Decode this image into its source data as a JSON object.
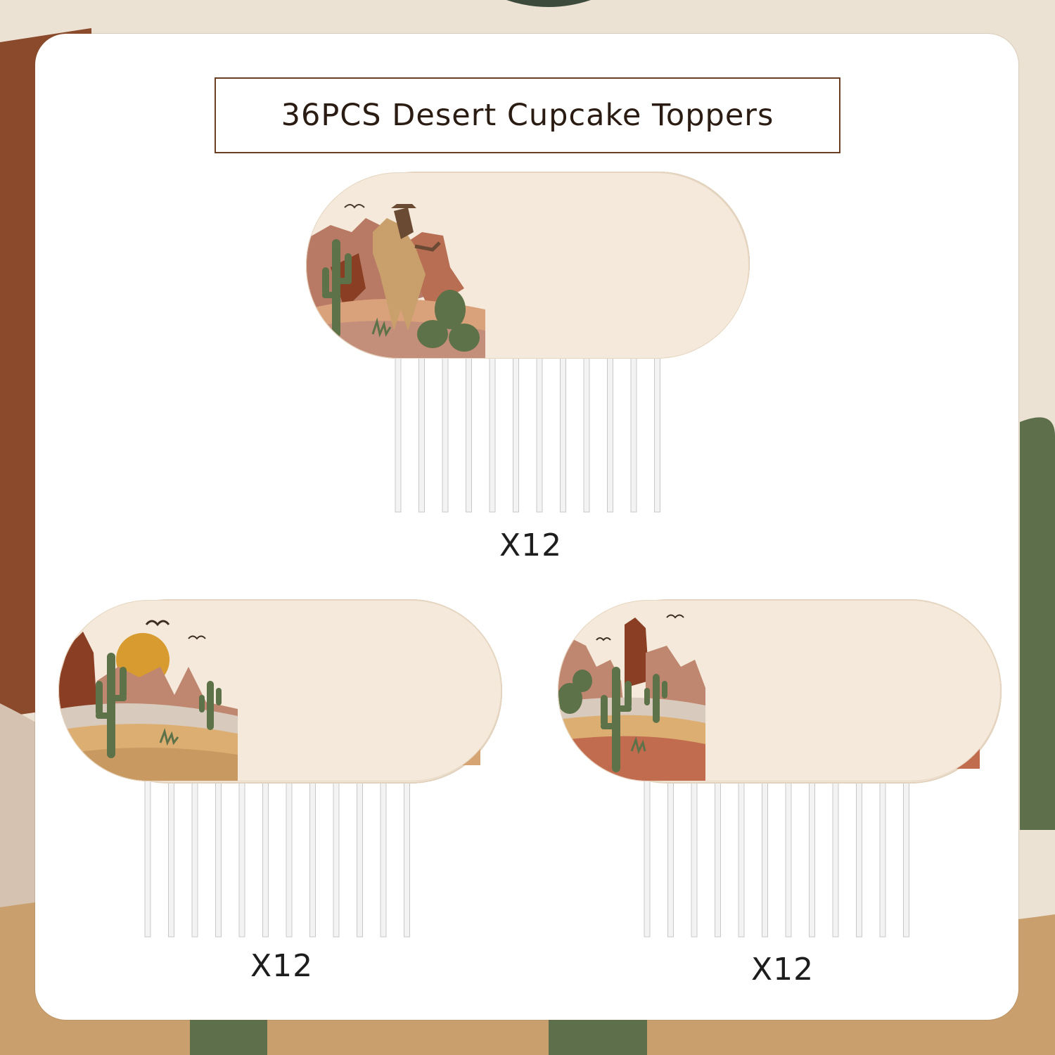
{
  "title": "36PCS Desert Cupcake Toppers",
  "groups": [
    {
      "id": "cowboy",
      "quantity_label": "X12",
      "count": 12
    },
    {
      "id": "sun",
      "quantity_label": "X12",
      "count": 12
    },
    {
      "id": "cactus",
      "quantity_label": "X12",
      "count": 12
    }
  ],
  "colors": {
    "background": "#e9dccb",
    "card": "#ffffff",
    "border": "#6b3f24",
    "cream": "#f4e9da",
    "terracotta": "#b7684c",
    "rust": "#8a3f24",
    "brown": "#6e3a20",
    "sand": "#d9b07a",
    "sun": "#d79b2f",
    "cactus": "#5d7248",
    "stick": "#f3f3f3"
  }
}
